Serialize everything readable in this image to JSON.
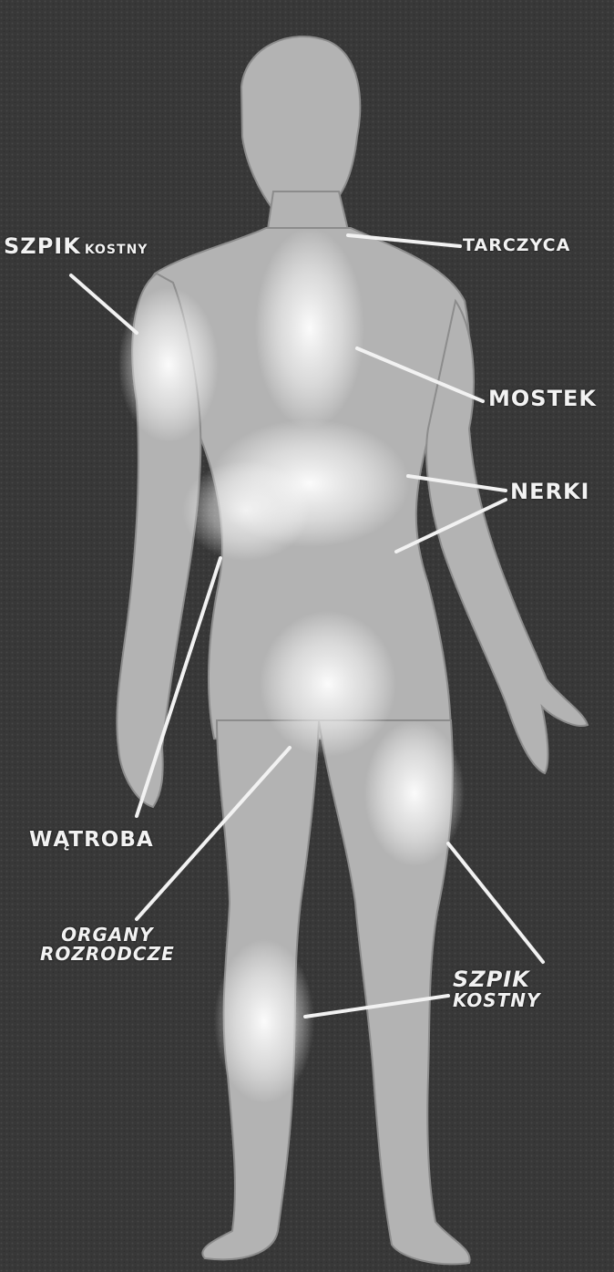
{
  "labels": {
    "szpik_top_main": "SZPIK",
    "szpik_top_sub": "KOSTNY",
    "tarczyca": "TARCZYCA",
    "mostek": "MOSTEK",
    "nerki": "NERKI",
    "watroba": "WĄTROBA",
    "organy_line1": "ORGANY",
    "organy_line2": "ROZRODCZE",
    "szpik_bottom_line1": "SZPIK",
    "szpik_bottom_line2": "KOSTNY"
  },
  "colors": {
    "background": "#3a3a3a",
    "figure": "#b9b9b9",
    "glow": "#ffffff",
    "text": "#f2f2f2"
  }
}
